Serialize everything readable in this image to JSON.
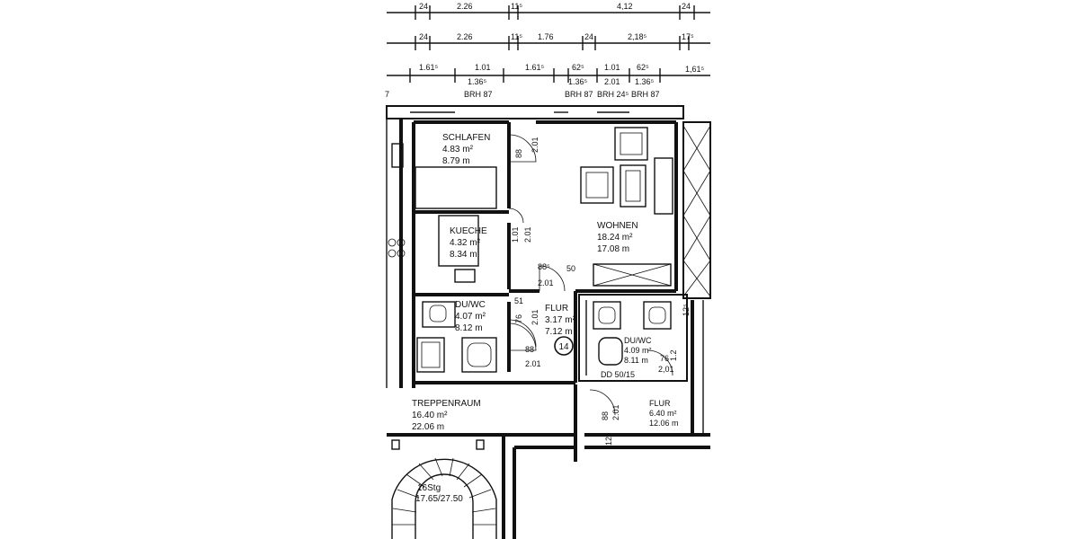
{
  "dimensions": {
    "row1": [
      "24",
      "2.26",
      "11⁵",
      "4,12",
      "24"
    ],
    "row2": [
      "24",
      "2.26",
      "11⁵",
      "1.76",
      "24",
      "2,18⁵",
      "17⁵"
    ],
    "row3": [
      "1.61⁵",
      "1.01",
      "1.61⁵",
      "62⁵",
      "1.01",
      "62⁵",
      "1,61⁵"
    ],
    "row3_sub": [
      "1.36⁵",
      "1.36⁵",
      "2.01",
      "1.36⁵"
    ],
    "brh": [
      "BRH 87",
      "BRH 87",
      "BRH 24⁵",
      "BRH 87"
    ],
    "left_edge": "7"
  },
  "rooms": [
    {
      "id": "schlafen",
      "name": "SCHLAFEN",
      "area": "4.83 m²",
      "perimeter": "8.79 m"
    },
    {
      "id": "kueche",
      "name": "KUECHE",
      "area": "4.32 m²",
      "perimeter": "8.34 m"
    },
    {
      "id": "wohnen",
      "name": "WOHNEN",
      "area": "18.24 m²",
      "perimeter": "17.08 m"
    },
    {
      "id": "duwc-left",
      "name": "DU/WC",
      "area": "4.07 m²",
      "perimeter": "8.12 m"
    },
    {
      "id": "flur-left",
      "name": "FLUR",
      "area": "3.17 m²",
      "perimeter": "7.12 m"
    },
    {
      "id": "duwc-right",
      "name": "DU/WC",
      "area": "4.09 m²",
      "perimeter": "8.11 m"
    },
    {
      "id": "flur-right",
      "name": "FLUR",
      "area": "6.40 m²",
      "perimeter": "12.06 m"
    },
    {
      "id": "treppenraum",
      "name": "TREPPENRAUM",
      "area": "16.40 m²",
      "perimeter": "22.06 m"
    }
  ],
  "stair_label": "16Stg",
  "stair_ratio": "17.65/27.50",
  "unit_number": "14",
  "door_labels": {
    "schlafen_w": "88",
    "schlafen_h": "2.01",
    "kueche_w": "1.01",
    "kueche_h": "2.01",
    "wohnen_w": "88⁵",
    "wohnen_h": "2.01",
    "wohnen_gap": "50",
    "flur_w": "76",
    "flur_h": "2.01",
    "flur_side": "51",
    "duwc_left_w": "88",
    "duwc_left_h": "2.01",
    "duwc_right_w": "76",
    "duwc_right_h": "2,01",
    "flur_right_w": "88",
    "flur_right_h": "2.01",
    "dd": "DD 50/15",
    "right_edge": "12⁵",
    "right_col": "1.2",
    "bottom_edge": "12⁵"
  }
}
